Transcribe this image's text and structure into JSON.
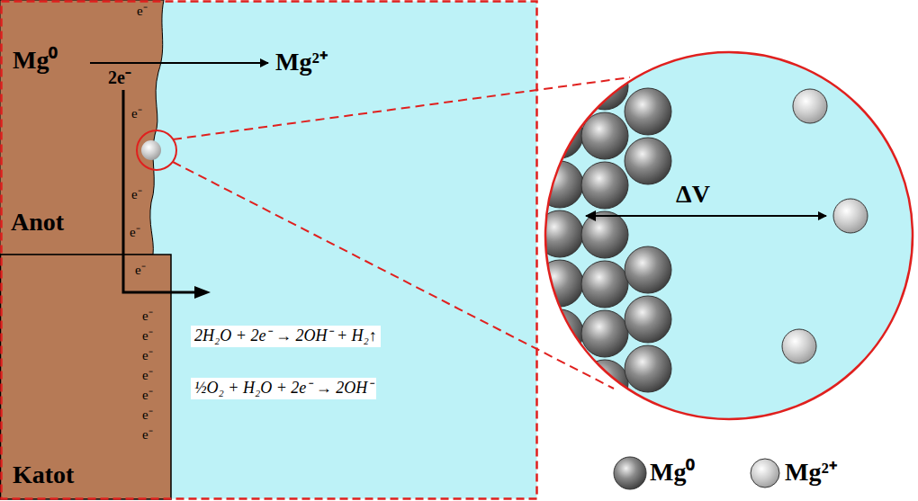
{
  "diagram": {
    "nodes": [
      {
        "text": [
          "Anot"
        ]
      },
      {
        "text": [
          "Katot"
        ]
      },
      {
        "text": [
          "ΔV"
        ]
      }
    ],
    "labels": [
      "Mg⁰",
      "2e⁻",
      "Mg²⁺",
      "e⁻",
      "e⁻",
      "e⁻",
      "e⁻",
      "e⁻",
      "e⁻",
      "e⁻",
      "e⁻",
      "e⁻",
      "e⁻",
      "e⁻",
      "e⁻",
      "2H₂O + 2e⁻ → 2OH⁻ + H₂↑",
      "½O₂ + H₂O + 2e⁻ → 2OH⁻"
    ],
    "legend": [
      {
        "text": "Mg⁰"
      },
      {
        "text": "Mg²⁺"
      }
    ]
  }
}
